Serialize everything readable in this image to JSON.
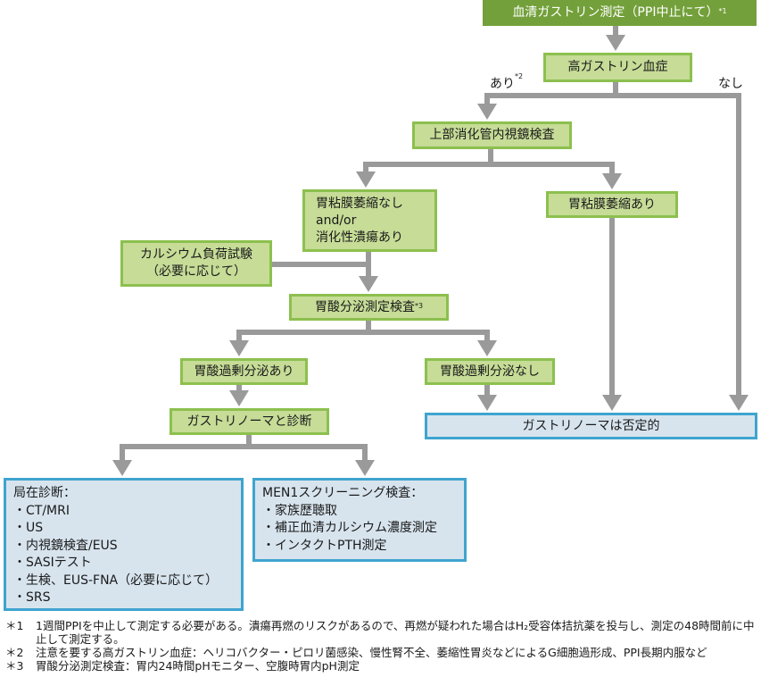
{
  "nodes": {
    "start": {
      "text": "血清ガストリン測定（PPI中止にて）",
      "sup": "*1"
    },
    "high_gastrin": {
      "text": "高ガストリン血症"
    },
    "endoscopy": {
      "text": "上部消化管内視鏡検査"
    },
    "no_atrophy": {
      "line1": "胃粘膜萎縮なし",
      "line2": "and/or",
      "line3": "消化性潰瘍あり"
    },
    "atrophy": {
      "text": "胃粘膜萎縮あり"
    },
    "calcium_test": {
      "line1": "カルシウム負荷試験",
      "line2": "（必要に応じて）"
    },
    "acid_test": {
      "text": "胃酸分泌測定検査",
      "sup": "*3"
    },
    "hypersecretion_yes": {
      "text": "胃酸過剰分泌あり"
    },
    "hypersecretion_no": {
      "text": "胃酸過剰分泌なし"
    },
    "diagnosis": {
      "text": "ガストリノーマと診断"
    },
    "negative": {
      "text": "ガストリノーマは否定的"
    },
    "localization": {
      "title": "局在診断：",
      "items": [
        "・CT/MRI",
        "・US",
        "・内視鏡検査/EUS",
        "・SASIテスト",
        "・生検、EUS-FNA（必要に応じて）",
        "・SRS"
      ]
    },
    "men1": {
      "title": "MEN1スクリーニング検査：",
      "items": [
        "・家族歴聴取",
        "・補正血清カルシウム濃度測定",
        "・インタクトPTH測定"
      ]
    }
  },
  "branch_labels": {
    "yes": "あり",
    "yes_sup": "*2",
    "no": "なし"
  },
  "notes": [
    {
      "mark": "＊1",
      "text": "1週間PPIを中止して測定する必要がある。潰瘍再燃のリスクがあるので、再燃が疑われた場合はH₂受容体拮抗薬を投与し、測定の48時間前に中止して測定する。"
    },
    {
      "mark": "＊2",
      "text": "注意を要する高ガストリン血症：ヘリコバクター・ピロリ菌感染、慢性腎不全、萎縮性胃炎などによるG細胞過形成、PPI長期内服など"
    },
    {
      "mark": "＊3",
      "text": "胃酸分泌測定検査：胃内24時間pHモニター、空腹時胃内pH測定"
    }
  ],
  "colors": {
    "green_fill": "#c6dc97",
    "green_border": "#8cc04e",
    "dark_green": "#73a03a",
    "blue_fill": "#d7e4ee",
    "blue_border": "#3fa4cf",
    "connector": "#9a9a9a"
  }
}
